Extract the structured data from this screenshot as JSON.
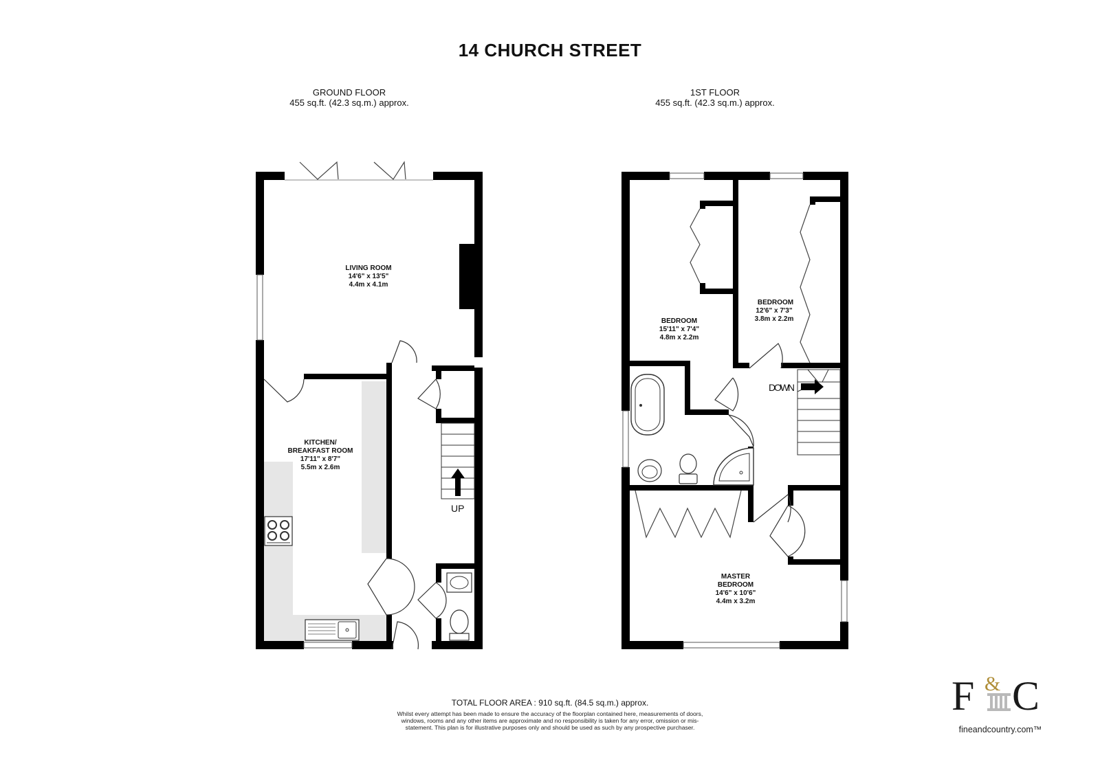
{
  "title": "14 CHURCH STREET",
  "ground_floor": {
    "name": "GROUND FLOOR",
    "area": "455 sq.ft. (42.3 sq.m.) approx.",
    "rooms": [
      {
        "name": "LIVING ROOM",
        "dims_imperial": "14'6\"  x 13'5\"",
        "dims_metric": "4.4m  x 4.1m"
      },
      {
        "name_line1": "KITCHEN/",
        "name_line2": "BREAKFAST ROOM",
        "dims_imperial": "17'11\"  x 8'7\"",
        "dims_metric": "5.5m  x 2.6m"
      }
    ],
    "stair_label": "UP"
  },
  "first_floor": {
    "name": "1ST FLOOR",
    "area": "455 sq.ft. (42.3 sq.m.) approx.",
    "rooms": [
      {
        "name": "BEDROOM",
        "dims_imperial": "15'11\"  x 7'4\"",
        "dims_metric": "4.8m  x 2.2m"
      },
      {
        "name": "BEDROOM",
        "dims_imperial": "12'6\"  x 7'3\"",
        "dims_metric": "3.8m  x 2.2m"
      },
      {
        "name_line1": "MASTER",
        "name_line2": "BEDROOM",
        "dims_imperial": "14'6\"  x 10'6\"",
        "dims_metric": "4.4m  x 3.2m"
      }
    ],
    "stair_label": "DOWN"
  },
  "total_area": "TOTAL FLOOR AREA : 910 sq.ft. (84.5 sq.m.) approx.",
  "disclaimer": "Whilst every attempt has been made to ensure the accuracy of the floorplan contained here, measurements of doors, windows, rooms and any other items are approximate and no responsibility is taken for any error, omission or mis-statement. This plan is for illustrative purposes only and should be used as such by any prospective purchaser.",
  "logo": {
    "letters": "F&C",
    "url": "fineandcountry.com™"
  },
  "colors": {
    "wall": "#000000",
    "worktop": "#e6e6e6",
    "gold": "#b08f3a"
  }
}
